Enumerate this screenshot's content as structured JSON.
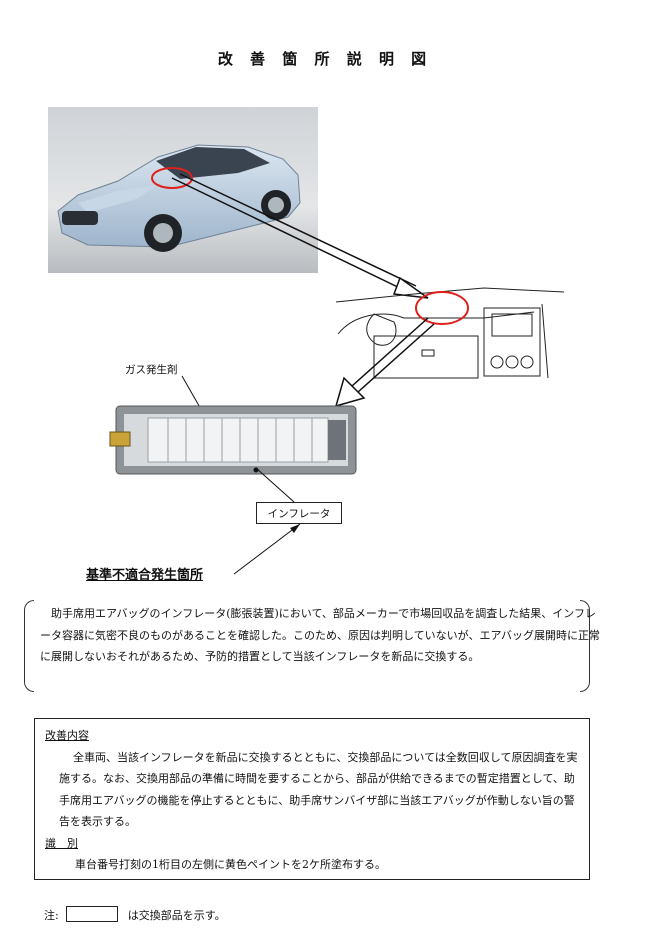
{
  "title": "改 善 箇 所 説 明 図",
  "captions": {
    "gas_generator": "ガス発生剤",
    "inflator": "インフレータ",
    "defect_location": "基準不適合発生箇所"
  },
  "description": "助手席用エアバッグのインフレータ(膨張装置)において、部品メーカーで市場回収品を調査した結果、インフレータ容器に気密不良のものがあることを確認した。このため、原因は判明していないが、エアバッグ展開時に正常に展開しないおそれがあるため、予防的措置として当該インフレータを新品に交換する。",
  "improvement": {
    "heading": "改善内容",
    "text": "全車両、当該インフレータを新品に交換するとともに、交換部品については全数回収して原因調査を実施する。なお、交換用部品の準備に時間を要することから、部品が供給できるまでの暫定措置として、助手席用エアバッグの機能を停止するとともに、助手席サンバイザ部に当該エアバッグが作動しない旨の警告を表示する。",
    "id_heading": "識　別",
    "id_text": "車台番号打刻の1桁目の左側に黄色ペイントを2ケ所塗布する。"
  },
  "note": {
    "prefix": "注:",
    "suffix": "は交換部品を示す。"
  },
  "colors": {
    "highlight": "#e0201a",
    "car_body": "#b9cde0",
    "background_photo": "#d9dcdf"
  },
  "icons": [
    "car-photo",
    "dashboard-drawing",
    "inflator-drawing"
  ]
}
